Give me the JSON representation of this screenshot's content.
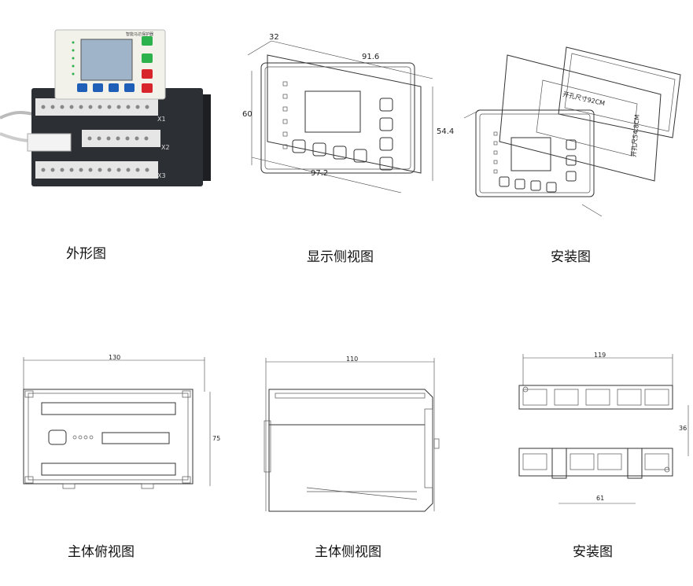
{
  "captions": {
    "appearance": "外形图",
    "display_side": "显示侧视图",
    "install_top": "安装图",
    "main_top": "主体俯视图",
    "main_side": "主体侧视图",
    "install_bottom": "安装图"
  },
  "display_dims": {
    "depth": "32",
    "width_top": "91.6",
    "height_left": "60",
    "height_right": "54.4",
    "width_bottom": "97.2"
  },
  "install_dims": {
    "cutout_w": "开孔尺寸92CM",
    "cutout_h": "开孔尺54.8CM"
  },
  "main_top_dims": {
    "width": "130",
    "height": "75"
  },
  "main_side_dims": {
    "width": "110"
  },
  "install_bottom_dims": {
    "width": "119",
    "height": "36",
    "spacing": "61"
  },
  "device_label": "智能马达保护器",
  "terminal_labels": [
    "X1",
    "X2",
    "X3"
  ],
  "colors": {
    "green_key": "#2bb24c",
    "red_key": "#d8242b",
    "blue_key": "#1f5fb8",
    "body": "#2c2f33"
  }
}
